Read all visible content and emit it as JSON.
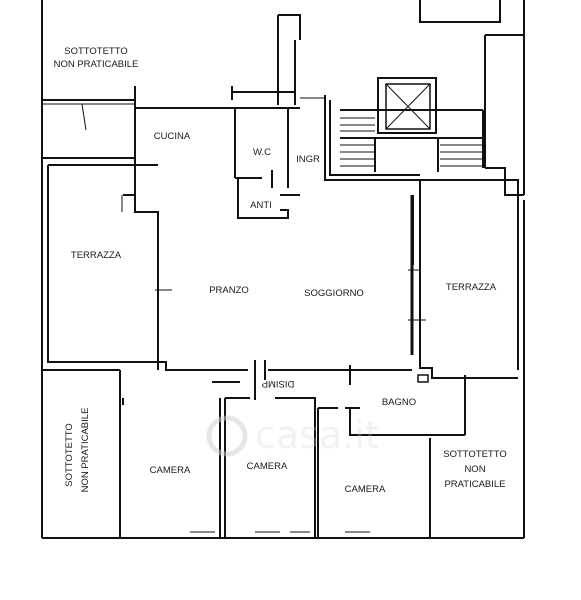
{
  "rooms": {
    "sottotetto_top": [
      "SOTTOTETTO",
      "NON PRATICABILE"
    ],
    "cucina": "CUCINA",
    "wc": "W.C",
    "ingr": "INGR",
    "anti": "ANTI",
    "terrazza_left": "TERRAZZA",
    "pranzo": "PRANZO",
    "soggiorno": "SOGGIORNO",
    "terrazza_right": "TERRAZZA",
    "disimp": "DISIMP",
    "bagno": "BAGNO",
    "sottotetto_left": [
      "SOTTOTETTO",
      "NON PRATICABILE"
    ],
    "camera_1": "CAMERA",
    "camera_2": "CAMERA",
    "camera_3": "CAMERA",
    "sottotetto_right": [
      "SOTTOTETTO",
      "NON",
      "PRATICABILE"
    ]
  },
  "watermark": "casa.it",
  "colors": {
    "wall": "#111111",
    "watermark": "#d0d0d0"
  }
}
